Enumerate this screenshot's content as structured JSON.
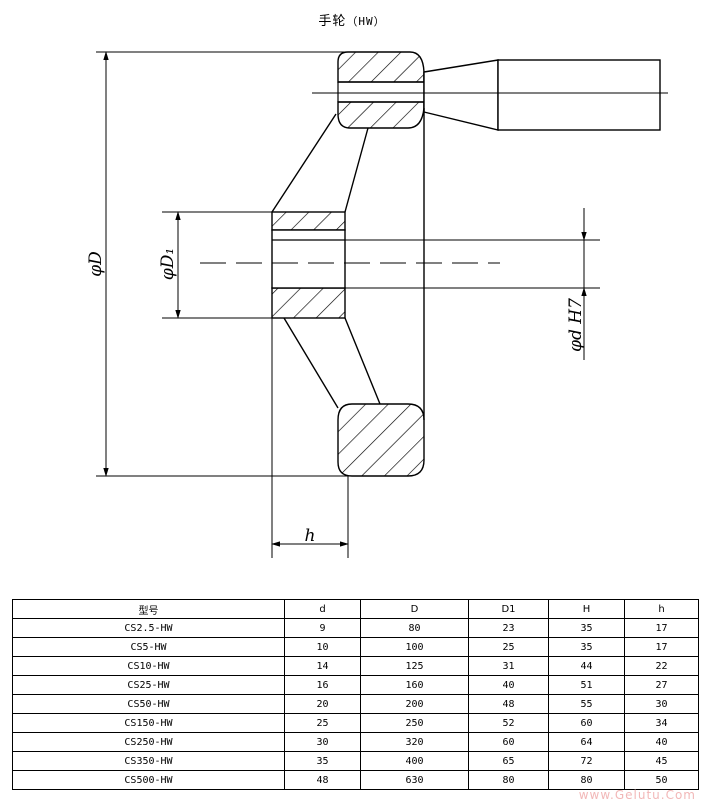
{
  "title": {
    "main": "手轮",
    "sub": "（HW）"
  },
  "dimensions": {
    "D": "φD",
    "D1": "φD₁",
    "dH7": "φd H7",
    "h": "h"
  },
  "table": {
    "headers": [
      "型号",
      "d",
      "D",
      "D1",
      "H",
      "h"
    ],
    "rows": [
      [
        "CS2.5-HW",
        "9",
        "80",
        "23",
        "35",
        "17"
      ],
      [
        "CS5-HW",
        "10",
        "100",
        "25",
        "35",
        "17"
      ],
      [
        "CS10-HW",
        "14",
        "125",
        "31",
        "44",
        "22"
      ],
      [
        "CS25-HW",
        "16",
        "160",
        "40",
        "51",
        "27"
      ],
      [
        "CS50-HW",
        "20",
        "200",
        "48",
        "55",
        "30"
      ],
      [
        "CS150-HW",
        "25",
        "250",
        "52",
        "60",
        "34"
      ],
      [
        "CS250-HW",
        "30",
        "320",
        "60",
        "64",
        "40"
      ],
      [
        "CS350-HW",
        "35",
        "400",
        "65",
        "72",
        "45"
      ],
      [
        "CS500-HW",
        "48",
        "630",
        "80",
        "80",
        "50"
      ]
    ]
  },
  "watermark": "www.Gelutu.Com"
}
